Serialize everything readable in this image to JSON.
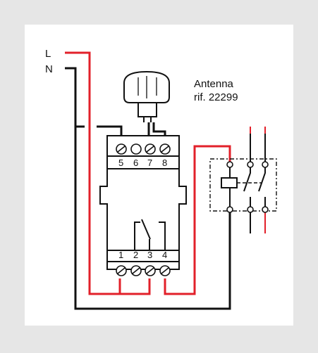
{
  "lines": {
    "live": "L",
    "neutral": "N"
  },
  "antenna": {
    "line1": "Antenna",
    "line2": "rif. 22299"
  },
  "terminals": {
    "top": [
      "5",
      "6",
      "7",
      "8"
    ],
    "bottom": [
      "1",
      "2",
      "3",
      "4"
    ]
  },
  "colors": {
    "live": "#e2202a",
    "neutral": "#111111",
    "background": "#e6e6e6",
    "panel": "#ffffff"
  },
  "icons": [
    "antenna-icon",
    "relay-coil-icon",
    "contactor-icon",
    "screw-terminal-icon"
  ]
}
